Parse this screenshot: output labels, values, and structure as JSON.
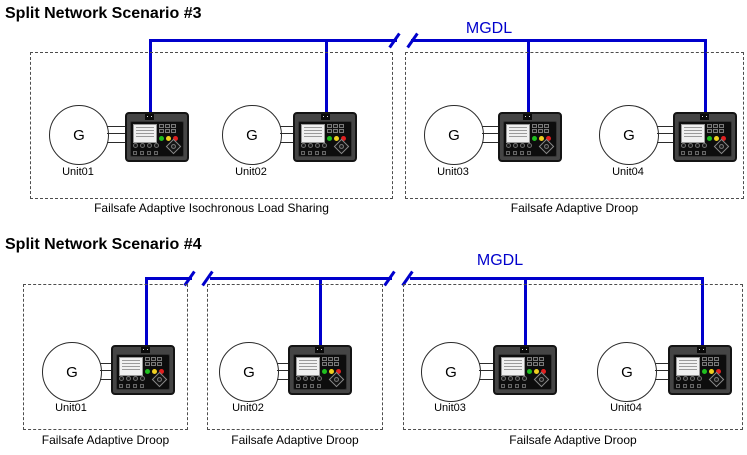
{
  "colors": {
    "bus": "#0000cc",
    "led_green": "#1fbf1f",
    "led_yellow": "#f0d020",
    "led_red": "#e02020"
  },
  "scenario3": {
    "title": "Split Network Scenario #3",
    "bus_label": "MGDL",
    "groups": [
      {
        "label": "Failsafe Adaptive Isochronous Load Sharing"
      },
      {
        "label": "Failsafe Adaptive Droop"
      }
    ],
    "units": [
      {
        "name": "Unit01",
        "symbol": "G"
      },
      {
        "name": "Unit02",
        "symbol": "G"
      },
      {
        "name": "Unit03",
        "symbol": "G"
      },
      {
        "name": "Unit04",
        "symbol": "G"
      }
    ]
  },
  "scenario4": {
    "title": "Split Network Scenario #4",
    "bus_label": "MGDL",
    "groups": [
      {
        "label": "Failsafe Adaptive Droop"
      },
      {
        "label": "Failsafe Adaptive Droop"
      },
      {
        "label": "Failsafe Adaptive Droop"
      }
    ],
    "units": [
      {
        "name": "Unit01",
        "symbol": "G"
      },
      {
        "name": "Unit02",
        "symbol": "G"
      },
      {
        "name": "Unit03",
        "symbol": "G"
      },
      {
        "name": "Unit04",
        "symbol": "G"
      }
    ]
  }
}
